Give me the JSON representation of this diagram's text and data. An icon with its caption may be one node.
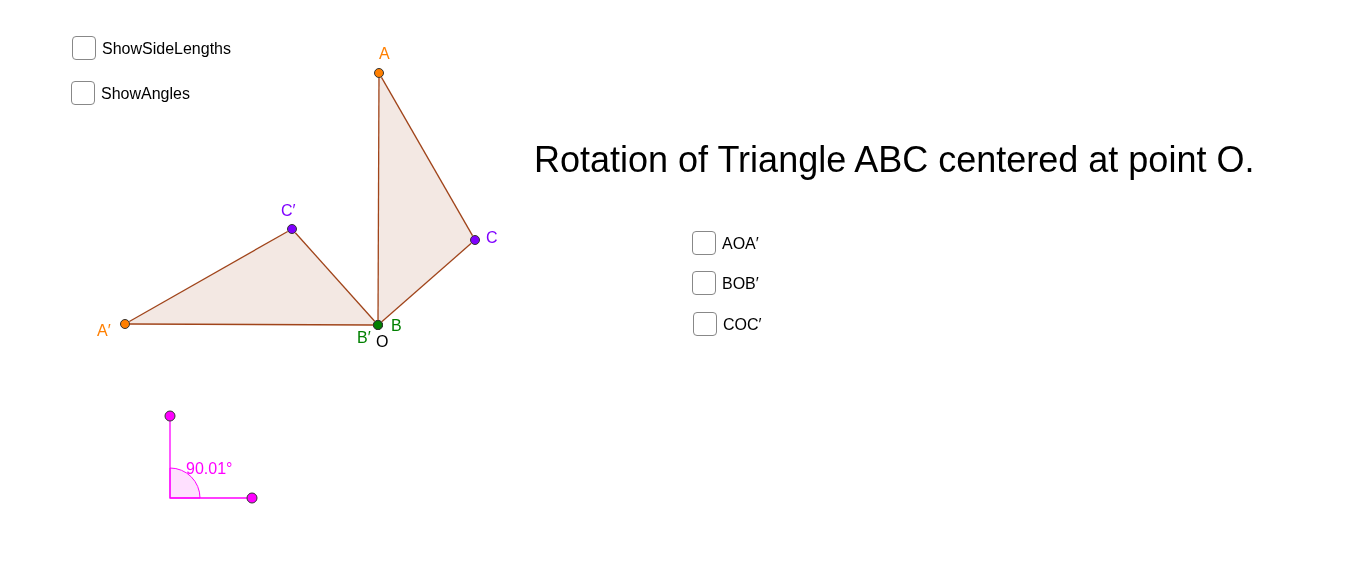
{
  "diagram": {
    "title": "Rotation of Triangle ABC centered at point O.",
    "nodes": [
      {
        "text": [
          "A"
        ]
      },
      {
        "text": [
          "B"
        ]
      },
      {
        "text": [
          "C"
        ]
      },
      {
        "text": [
          "A′"
        ]
      },
      {
        "text": [
          "B′"
        ]
      },
      {
        "text": [
          "C′"
        ]
      },
      {
        "text": [
          "O"
        ]
      }
    ],
    "edges": [
      {
        "from": 0,
        "to": 1,
        "arrow": "none"
      },
      {
        "from": 1,
        "to": 2,
        "arrow": "none"
      },
      {
        "from": 2,
        "to": 0,
        "arrow": "none"
      },
      {
        "from": 3,
        "to": 4,
        "arrow": "none"
      },
      {
        "from": 4,
        "to": 5,
        "arrow": "none"
      },
      {
        "from": 5,
        "to": 3,
        "arrow": "none"
      }
    ],
    "labels": [
      "ShowSideLengths",
      "ShowAngles",
      "AOA′",
      "BOB′",
      "COC′",
      "90.01°"
    ]
  }
}
